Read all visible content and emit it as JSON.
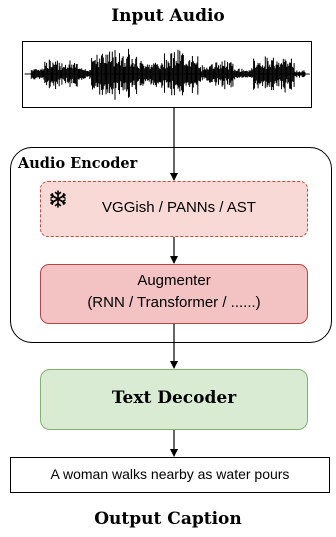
{
  "input_title": "Input Audio",
  "encoder": {
    "label": "Audio Encoder",
    "frozen_module": "VGGish / PANNs / AST",
    "frozen_icon": "snowflake-icon",
    "augmenter_line1": "Augmenter",
    "augmenter_line2": "(RNN / Transformer / ......)"
  },
  "decoder": "Text Decoder",
  "caption": "A woman walks nearby as water pours",
  "output_title": "Output Caption",
  "colors": {
    "frozen_fill": "#f9d9d6",
    "frozen_border": "#c84b42",
    "augmenter_fill": "#f3c3c3",
    "augmenter_border": "#b84545",
    "decoder_fill": "#d9ecd3",
    "decoder_border": "#7fb370"
  }
}
